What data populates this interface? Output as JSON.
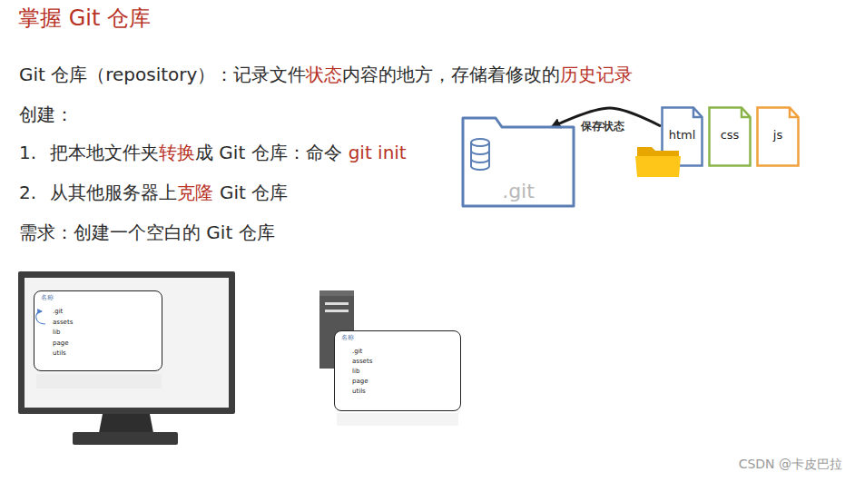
{
  "diagram": {
    "title": "掌握 Git 仓库",
    "nodes": [
      {
        "text": [
          ".git"
        ]
      },
      {
        "text": [
          "html"
        ]
      },
      {
        "text": [
          "css"
        ]
      },
      {
        "text": [
          "js"
        ]
      },
      {
        "text": [
          "名称",
          ".git",
          "assets",
          "lib",
          "page",
          "utils"
        ]
      },
      {
        "text": [
          "名称",
          ".git",
          "assets",
          "lib",
          "page",
          "utils"
        ]
      }
    ],
    "edges": [
      {
        "from": 1,
        "to": 0,
        "arrow": "to",
        "label": "保存状态"
      }
    ],
    "labels": [
      "Git 仓库（repository）：记录文件",
      "状态",
      "内容的地方，存储着修改的",
      "历史记录",
      "创建：",
      "1.",
      "把本地文件夹",
      "转换",
      "成 Git 仓库：命令",
      "git init",
      "2.",
      "从其他服务器上",
      "克隆",
      "Git 仓库",
      "需求：创建一个空白的 Git 仓库",
      "CSDN @卡皮巴拉"
    ]
  }
}
